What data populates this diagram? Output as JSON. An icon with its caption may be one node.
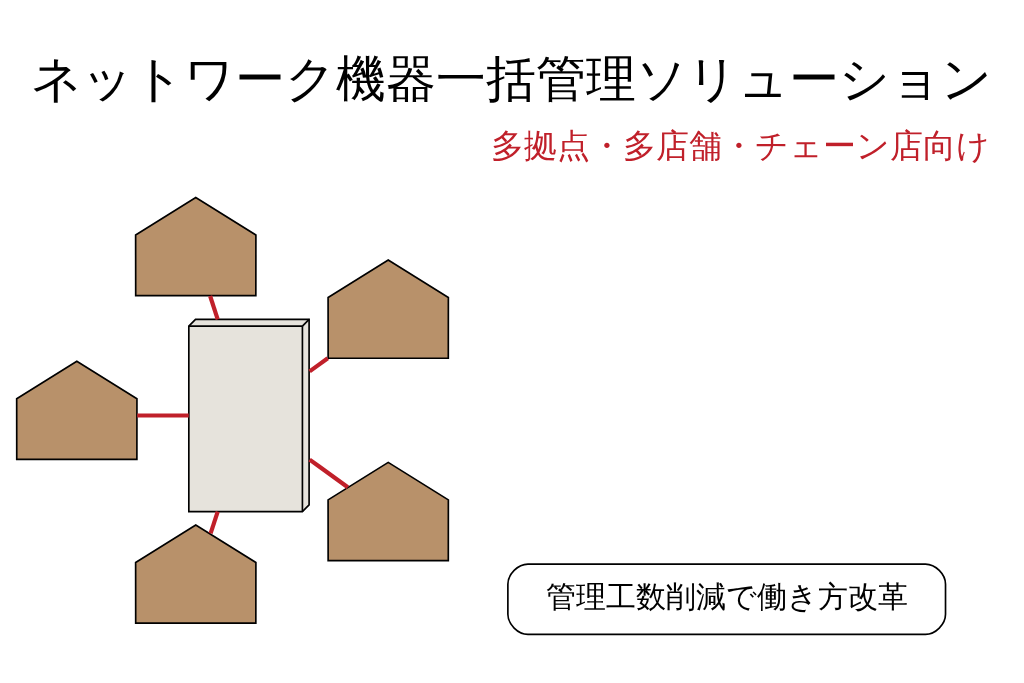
{
  "diagram": {
    "title": "ネットワーク機器一括管理ソリューション",
    "nodes": [
      {
        "text": [],
        "shape": "picture"
      },
      {
        "text": [],
        "shape": "picture"
      },
      {
        "text": [],
        "shape": "picture"
      },
      {
        "text": [],
        "shape": "picture"
      },
      {
        "text": [],
        "shape": "picture"
      },
      {
        "text": [],
        "shape": "picture"
      },
      {
        "text": [
          "管理工数削減で働き方改革"
        ]
      }
    ],
    "edges": [
      {
        "from": 3,
        "to": 0,
        "arrow": "none"
      },
      {
        "from": 3,
        "to": 1,
        "arrow": "none"
      },
      {
        "from": 3,
        "to": 2,
        "arrow": "none"
      },
      {
        "from": 3,
        "to": 4,
        "arrow": "none"
      },
      {
        "from": 3,
        "to": 5,
        "arrow": "none"
      }
    ],
    "labels": [
      "多拠点・多店舗・チェーン店向け"
    ]
  }
}
